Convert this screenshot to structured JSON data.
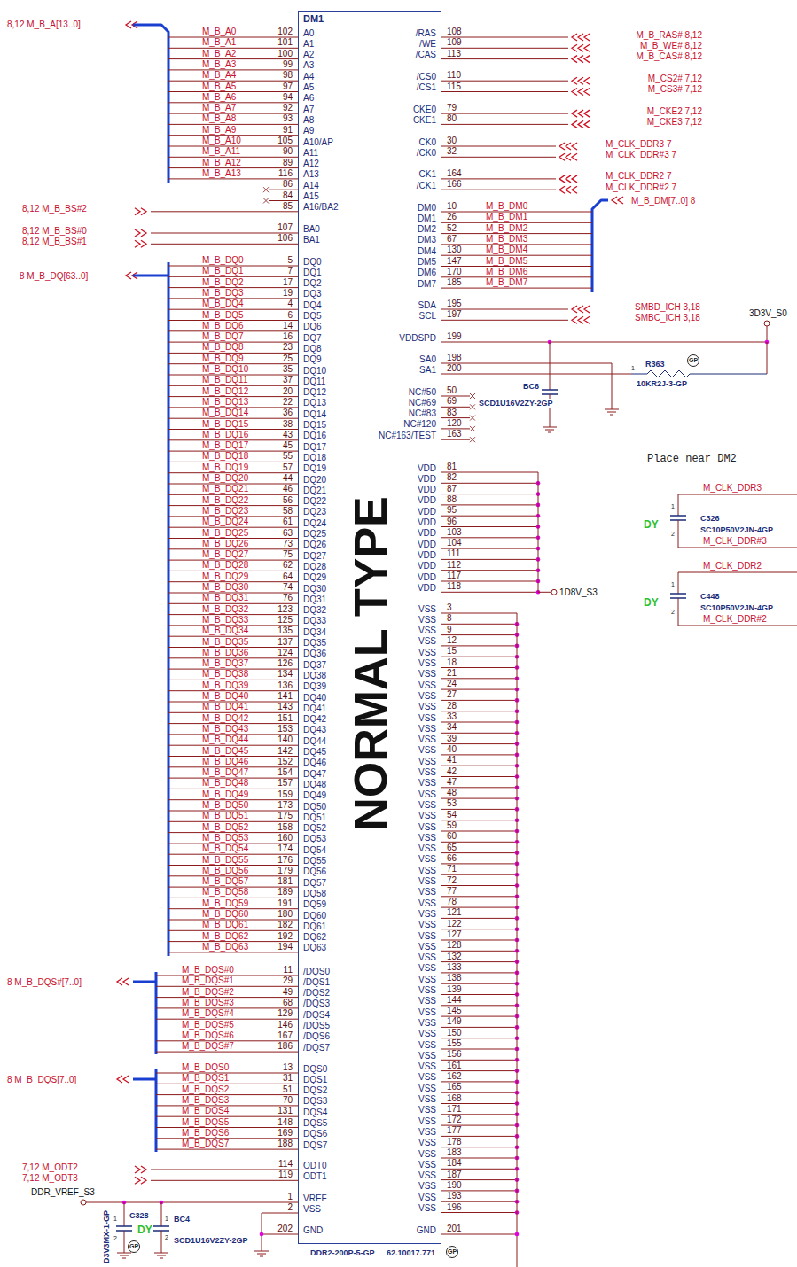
{
  "diagram": {
    "nodes": [
      {
        "text": [
          "DM1",
          "NORMAL TYPE"
        ]
      }
    ],
    "labels": [
      "8,12 M_B_A[13..0]",
      "M_B_A0",
      "102",
      "A0",
      "M_B_A1",
      "101",
      "A1",
      "M_B_A2",
      "100",
      "A2",
      "M_B_A3",
      "99",
      "A3",
      "M_B_A4",
      "98",
      "A4",
      "M_B_A5",
      "97",
      "A5",
      "M_B_A6",
      "94",
      "A6",
      "M_B_A7",
      "92",
      "A7",
      "M_B_A8",
      "93",
      "A8",
      "M_B_A9",
      "91",
      "A9",
      "M_B_A10",
      "105",
      "A10/AP",
      "M_B_A11",
      "90",
      "A11",
      "M_B_A12",
      "89",
      "A12",
      "M_B_A13",
      "116",
      "A13",
      "86",
      "A14",
      "84",
      "A15",
      "8,12 M_B_BS#2",
      "85",
      "A16/BA2",
      "8,12 M_B_BS#0",
      "107",
      "BA0",
      "8,12 M_B_BS#1",
      "106",
      "BA1",
      "8 M_B_DQ[63..0]",
      "M_B_DQ0",
      "5",
      "DQ0",
      "M_B_DQ1",
      "7",
      "DQ1",
      "M_B_DQ2",
      "17",
      "DQ2",
      "M_B_DQ3",
      "19",
      "DQ3",
      "M_B_DQ4",
      "4",
      "DQ4",
      "M_B_DQ5",
      "6",
      "DQ5",
      "M_B_DQ6",
      "14",
      "DQ6",
      "M_B_DQ7",
      "16",
      "DQ7",
      "M_B_DQ8",
      "23",
      "DQ8",
      "M_B_DQ9",
      "25",
      "DQ9",
      "M_B_DQ10",
      "35",
      "DQ10",
      "M_B_DQ11",
      "37",
      "DQ11",
      "M_B_DQ12",
      "20",
      "DQ12",
      "M_B_DQ13",
      "22",
      "DQ13",
      "M_B_DQ14",
      "36",
      "DQ14",
      "M_B_DQ15",
      "38",
      "DQ15",
      "M_B_DQ16",
      "43",
      "DQ16",
      "M_B_DQ17",
      "45",
      "DQ17",
      "M_B_DQ18",
      "55",
      "DQ18",
      "M_B_DQ19",
      "57",
      "DQ19",
      "M_B_DQ20",
      "44",
      "DQ20",
      "M_B_DQ21",
      "46",
      "DQ21",
      "M_B_DQ22",
      "56",
      "DQ22",
      "M_B_DQ23",
      "58",
      "DQ23",
      "M_B_DQ24",
      "61",
      "DQ24",
      "M_B_DQ25",
      "63",
      "DQ25",
      "M_B_DQ26",
      "73",
      "DQ26",
      "M_B_DQ27",
      "75",
      "DQ27",
      "M_B_DQ28",
      "62",
      "DQ28",
      "M_B_DQ29",
      "64",
      "DQ29",
      "M_B_DQ30",
      "74",
      "DQ30",
      "M_B_DQ31",
      "76",
      "DQ31",
      "M_B_DQ32",
      "123",
      "DQ32",
      "M_B_DQ33",
      "125",
      "DQ33",
      "M_B_DQ34",
      "135",
      "DQ34",
      "M_B_DQ35",
      "137",
      "DQ35",
      "M_B_DQ36",
      "124",
      "DQ36",
      "M_B_DQ37",
      "126",
      "DQ37",
      "M_B_DQ38",
      "134",
      "DQ38",
      "M_B_DQ39",
      "136",
      "DQ39",
      "M_B_DQ40",
      "141",
      "DQ40",
      "M_B_DQ41",
      "143",
      "DQ41",
      "M_B_DQ42",
      "151",
      "DQ42",
      "M_B_DQ43",
      "153",
      "DQ43",
      "M_B_DQ44",
      "140",
      "DQ44",
      "M_B_DQ45",
      "142",
      "DQ45",
      "M_B_DQ46",
      "152",
      "DQ46",
      "M_B_DQ47",
      "154",
      "DQ47",
      "M_B_DQ48",
      "157",
      "DQ48",
      "M_B_DQ49",
      "159",
      "DQ49",
      "M_B_DQ50",
      "173",
      "DQ50",
      "M_B_DQ51",
      "175",
      "DQ51",
      "M_B_DQ52",
      "158",
      "DQ52",
      "M_B_DQ53",
      "160",
      "DQ53",
      "M_B_DQ54",
      "174",
      "DQ54",
      "M_B_DQ55",
      "176",
      "DQ55",
      "M_B_DQ56",
      "179",
      "DQ56",
      "M_B_DQ57",
      "181",
      "DQ57",
      "M_B_DQ58",
      "189",
      "DQ58",
      "M_B_DQ59",
      "191",
      "DQ59",
      "M_B_DQ60",
      "180",
      "DQ60",
      "M_B_DQ61",
      "182",
      "DQ61",
      "M_B_DQ62",
      "192",
      "DQ62",
      "M_B_DQ63",
      "194",
      "DQ63",
      "8 M_B_DQS#[7..0]",
      "M_B_DQS#0",
      "11",
      "/DQS0",
      "M_B_DQS#1",
      "29",
      "/DQS1",
      "M_B_DQS#2",
      "49",
      "/DQS2",
      "M_B_DQS#3",
      "68",
      "/DQS3",
      "M_B_DQS#4",
      "129",
      "/DQS4",
      "M_B_DQS#5",
      "146",
      "/DQS5",
      "M_B_DQS#6",
      "167",
      "/DQS6",
      "M_B_DQS#7",
      "186",
      "/DQS7",
      "8 M_B_DQS[7..0]",
      "M_B_DQS0",
      "13",
      "DQS0",
      "M_B_DQS1",
      "31",
      "DQS1",
      "M_B_DQS2",
      "51",
      "DQS2",
      "M_B_DQS3",
      "70",
      "DQS3",
      "M_B_DQS4",
      "131",
      "DQS4",
      "M_B_DQS5",
      "148",
      "DQS5",
      "M_B_DQS6",
      "169",
      "DQS6",
      "M_B_DQS7",
      "188",
      "DQS7",
      "7,12 M_ODT2",
      "114",
      "ODT0",
      "7,12 M_ODT3",
      "119",
      "ODT1",
      "DDR_VREF_S3",
      "1",
      "VREF",
      "2",
      "VSS",
      "202",
      "GND",
      "D3V3MX-1-GP",
      "C328",
      "GP",
      "1",
      "2",
      "DY",
      "BC4",
      "SCD1U16V2ZY-2GP",
      "1",
      "2",
      "/RAS",
      "108",
      "M_B_RAS# 8,12",
      "/WE",
      "109",
      "M_B_WE# 8,12",
      "/CAS",
      "113",
      "M_B_CAS# 8,12",
      "/CS0",
      "110",
      "M_CS2# 7,12",
      "/CS1",
      "115",
      "M_CS3# 7,12",
      "CKE0",
      "79",
      "M_CKE2 7,12",
      "CKE1",
      "80",
      "M_CKE3 7,12",
      "CK0",
      "30",
      "M_CLK_DDR3 7",
      "/CK0",
      "32",
      "M_CLK_DDR#3 7",
      "CK1",
      "164",
      "M_CLK_DDR2 7",
      "/CK1",
      "166",
      "M_CLK_DDR#2 7",
      "M_B_DM[7..0] 8",
      "DM0",
      "10",
      "M_B_DM0",
      "DM1",
      "26",
      "M_B_DM1",
      "DM2",
      "52",
      "M_B_DM2",
      "DM3",
      "67",
      "M_B_DM3",
      "DM4",
      "130",
      "M_B_DM4",
      "DM5",
      "147",
      "M_B_DM5",
      "DM6",
      "170",
      "M_B_DM6",
      "DM7",
      "185",
      "M_B_DM7",
      "SDA",
      "195",
      "SMBD_ICH 3,18",
      "SCL",
      "197",
      "SMBC_ICH 3,18",
      "VDDSPD",
      "199",
      "3D3V_S0",
      "SA0",
      "198",
      "SA1",
      "200",
      "1",
      "R363",
      "10KR2J-3-GP",
      "GP",
      "BC6",
      "SCD1U16V2ZY-2GP",
      "NC#50",
      "50",
      "NC#69",
      "69",
      "NC#83",
      "83",
      "NC#120",
      "120",
      "NC#163/TEST",
      "163",
      "VDD",
      "81",
      "VDD",
      "82",
      "VDD",
      "87",
      "VDD",
      "88",
      "VDD",
      "95",
      "VDD",
      "96",
      "VDD",
      "103",
      "VDD",
      "104",
      "VDD",
      "111",
      "VDD",
      "112",
      "VDD",
      "117",
      "VDD",
      "118",
      "1D8V_S3",
      "VSS",
      "3",
      "VSS",
      "8",
      "VSS",
      "9",
      "VSS",
      "12",
      "VSS",
      "15",
      "VSS",
      "18",
      "VSS",
      "21",
      "VSS",
      "24",
      "VSS",
      "27",
      "VSS",
      "28",
      "VSS",
      "33",
      "VSS",
      "34",
      "VSS",
      "39",
      "VSS",
      "40",
      "VSS",
      "41",
      "VSS",
      "42",
      "VSS",
      "47",
      "VSS",
      "48",
      "VSS",
      "53",
      "VSS",
      "54",
      "VSS",
      "59",
      "VSS",
      "60",
      "VSS",
      "65",
      "VSS",
      "66",
      "VSS",
      "71",
      "VSS",
      "72",
      "VSS",
      "77",
      "VSS",
      "78",
      "VSS",
      "121",
      "VSS",
      "122",
      "VSS",
      "127",
      "VSS",
      "128",
      "VSS",
      "132",
      "VSS",
      "133",
      "VSS",
      "138",
      "VSS",
      "139",
      "VSS",
      "144",
      "VSS",
      "145",
      "VSS",
      "149",
      "VSS",
      "150",
      "VSS",
      "155",
      "VSS",
      "156",
      "VSS",
      "161",
      "VSS",
      "162",
      "VSS",
      "165",
      "VSS",
      "168",
      "VSS",
      "171",
      "VSS",
      "172",
      "VSS",
      "177",
      "VSS",
      "178",
      "VSS",
      "183",
      "VSS",
      "184",
      "VSS",
      "187",
      "VSS",
      "190",
      "VSS",
      "193",
      "VSS",
      "196",
      "GND",
      "201",
      "Place near DM2",
      "M_CLK_DDR3",
      "DY",
      "1",
      "2",
      "C326",
      "SC10P50V2JN-4GP",
      "M_CLK_DDR#3",
      "M_CLK_DDR2",
      "DY",
      "1",
      "2",
      "C448",
      "SC10P50V2JN-4GP",
      "M_CLK_DDR#2",
      "DDR2-200P-5-GP",
      "62.10017.771",
      "GP"
    ]
  }
}
